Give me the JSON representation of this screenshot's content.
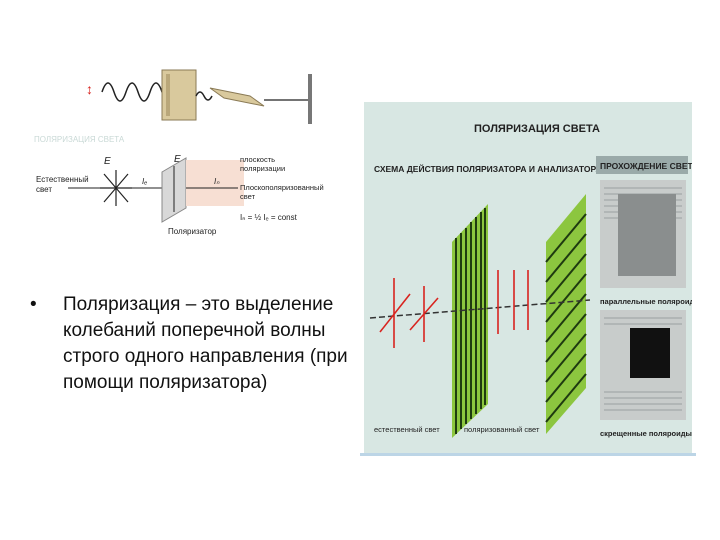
{
  "slide": {
    "bullet_symbol": "•",
    "bullet_text": "Поляризация – это выделение колебаний поперечной волны строго одного направления (при помощи поляризатора)"
  },
  "left_figure": {
    "caption": "ПОЛЯРИЗАЦИЯ СВЕТА",
    "e_vector": "E",
    "natural_light": "Естественный свет",
    "intensity_in": "Iₑ",
    "intensity_out": "Iₙ",
    "polarizer": "Поляризатор",
    "plane": "плоскость поляризации",
    "polarized": "Плоскополяризованный свет",
    "formula": "Iₙ = ½ Iₑ = const"
  },
  "right_figure": {
    "title": "ПОЛЯРИЗАЦИЯ СВЕТА",
    "scheme_title": "СХЕМА ДЕЙСТВИЯ ПОЛЯРИЗАТОРА И АНАЛИЗАТОРА",
    "passage_title": "ПРОХОЖДЕНИЕ СВЕТА",
    "natural_light": "естественный свет",
    "polarized_light": "поляризованный свет",
    "parallel": "параллельные поляроиды",
    "crossed": "скрещенные поляроиды"
  },
  "colors": {
    "accent_red": "#d8241f",
    "grid_green": "#8cc63f",
    "panel_bg": "#d8e7e3"
  }
}
